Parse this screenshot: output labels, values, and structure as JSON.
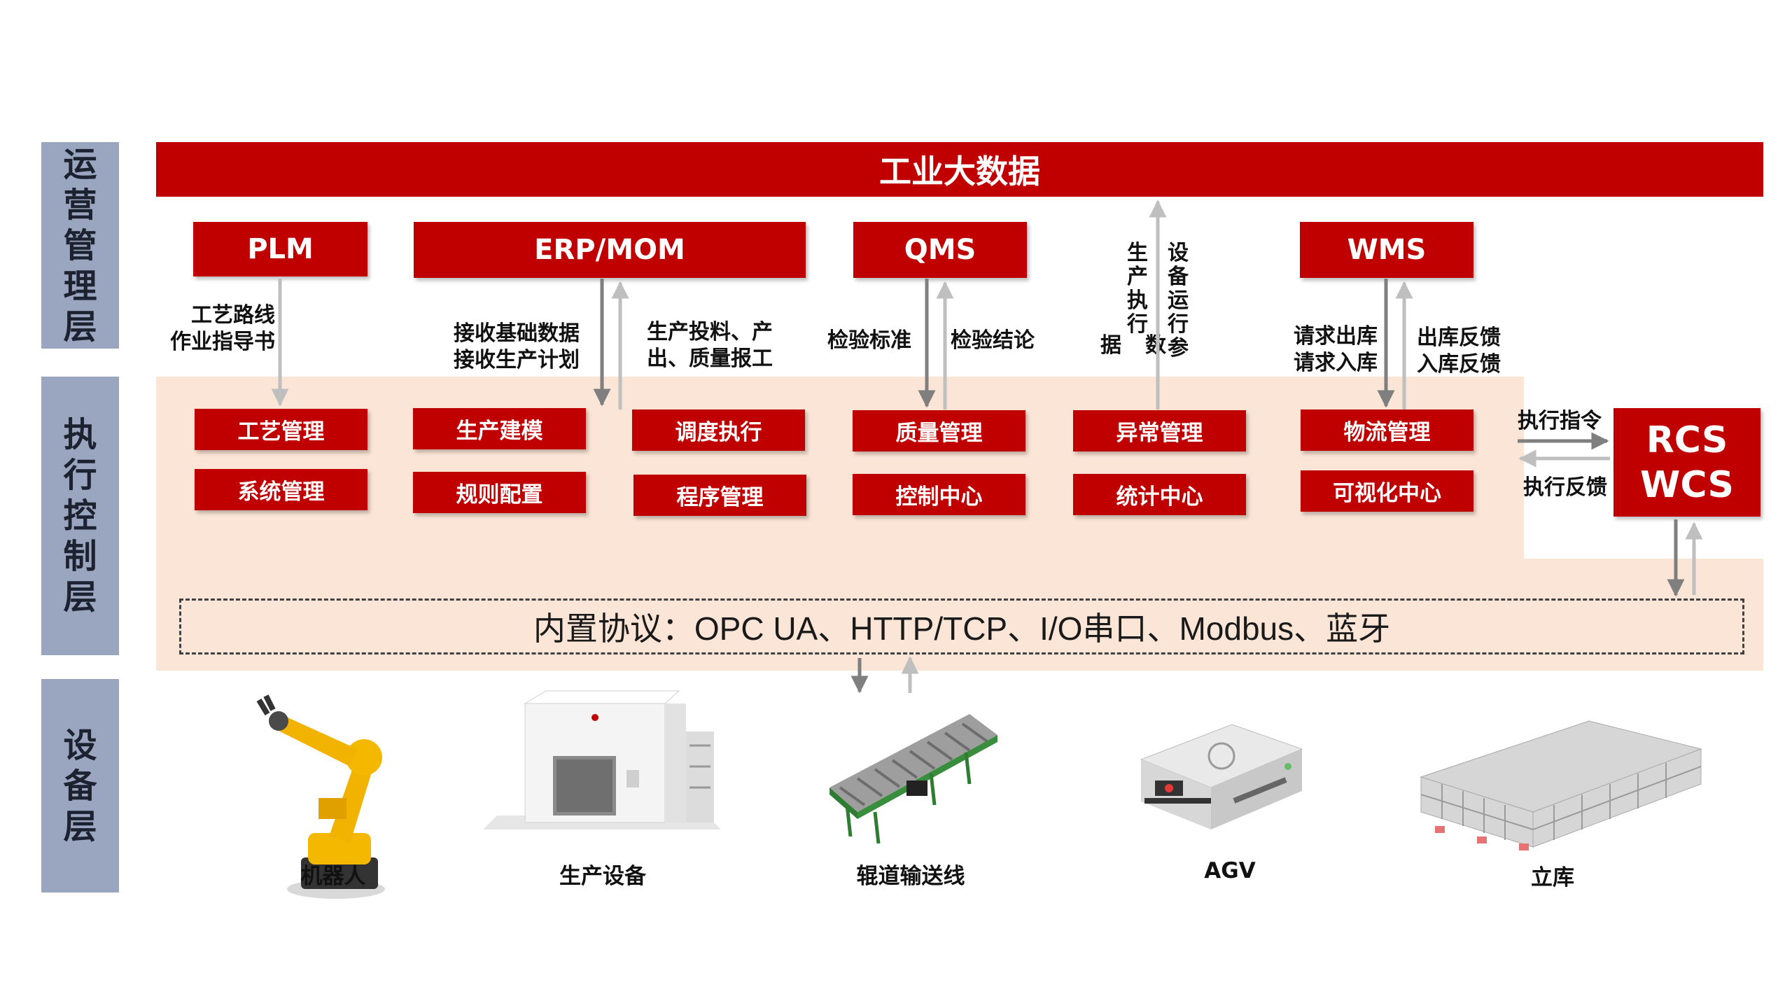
{
  "layers": {
    "ops": [
      "运",
      "营",
      "管",
      "理",
      "层"
    ],
    "exec": [
      "执",
      "行",
      "控",
      "制",
      "层"
    ],
    "device": [
      "设",
      "备",
      "层"
    ]
  },
  "top_bar": "工业大数据",
  "systems": {
    "plm": "PLM",
    "erp": "ERP/MOM",
    "qms": "QMS",
    "wms": "WMS",
    "rcs": "RCS",
    "wcs": "WCS"
  },
  "notes": {
    "plm": "工艺路线\n作业指导书",
    "erp_down": "接收基础数据\n接收生产计划",
    "erp_up": "生产投料、产\n出、质量报工",
    "qms_down": "检验标准",
    "qms_up": "检验结论",
    "anomaly_col1": "生产执行",
    "anomaly_col2": "设备运行参",
    "anomaly_tail": "据",
    "anomaly_tail2": "数",
    "wms_down": "请求出库\n请求入库",
    "wms_up": "出库反馈\n入库反馈",
    "rcs_cmd": "执行指令",
    "rcs_feedback": "执行反馈"
  },
  "modules": {
    "craft": "工艺管理",
    "system": "系统管理",
    "modeling": "生产建模",
    "rules": "规则配置",
    "dispatch": "调度执行",
    "program": "程序管理",
    "quality": "质量管理",
    "control": "控制中心",
    "anomaly": "异常管理",
    "stats": "统计中心",
    "logistics": "物流管理",
    "visual": "可视化中心"
  },
  "protocols": "内置协议：OPC  UA、HTTP/TCP、I/O串口、Modbus、蓝牙",
  "devices": {
    "robot": "机器人",
    "production": "生产设备",
    "conveyor": "辊道输送线",
    "agv": "AGV",
    "warehouse": "立库"
  },
  "colors": {
    "red": "#c00000",
    "layer": "#9aa6bf",
    "exec_bg": "#fbe5d6",
    "arrow_dark": "#7f7f7f",
    "arrow_light": "#bfbfbf"
  }
}
